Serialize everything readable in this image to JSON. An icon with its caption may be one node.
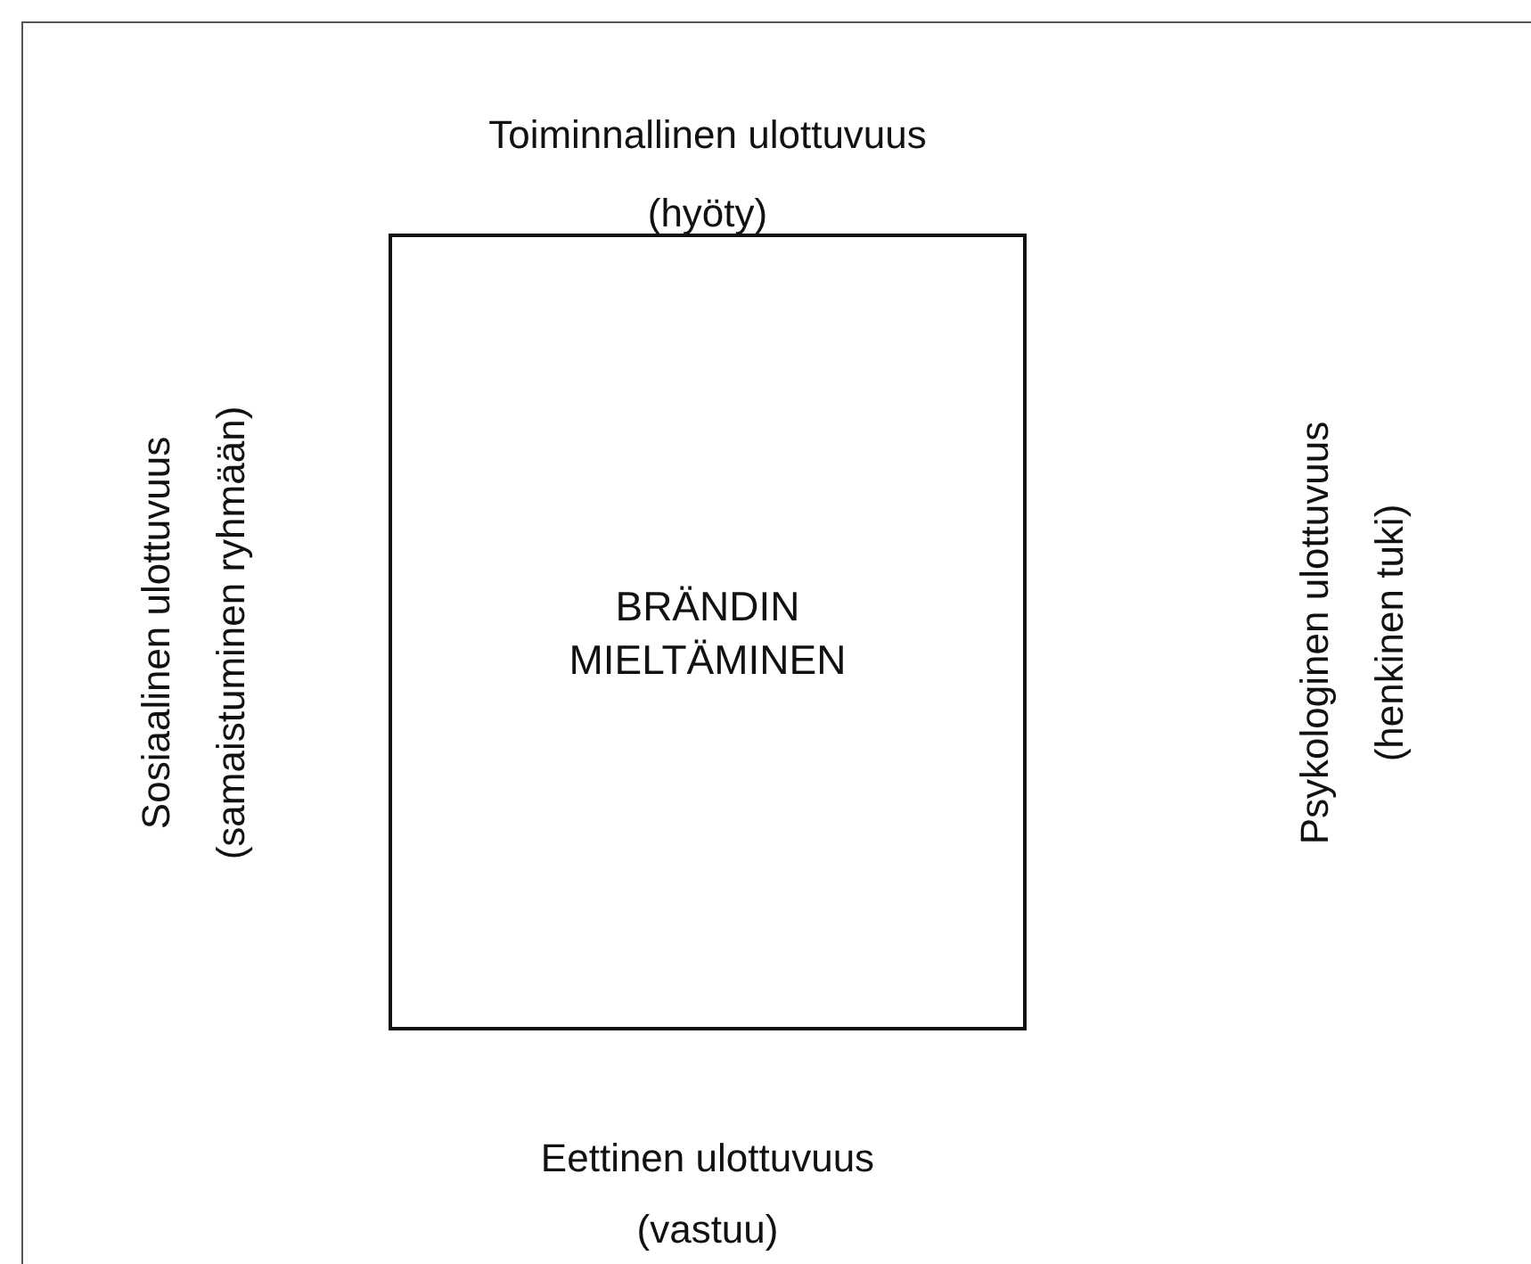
{
  "diagram": {
    "nodes": [
      {
        "text": [
          "BRÄNDIN MIELTÄMINEN"
        ]
      }
    ],
    "labels": [
      "Toiminnallinen ulottuvuus",
      "(hyöty)",
      "Sosiaalinen ulottuvuus",
      "(samaistuminen ryhmään)",
      "Psykologinen ulottuvuus",
      "(henkinen tuki)",
      "Eettinen ulottuvuus",
      "(vastuu)"
    ]
  }
}
